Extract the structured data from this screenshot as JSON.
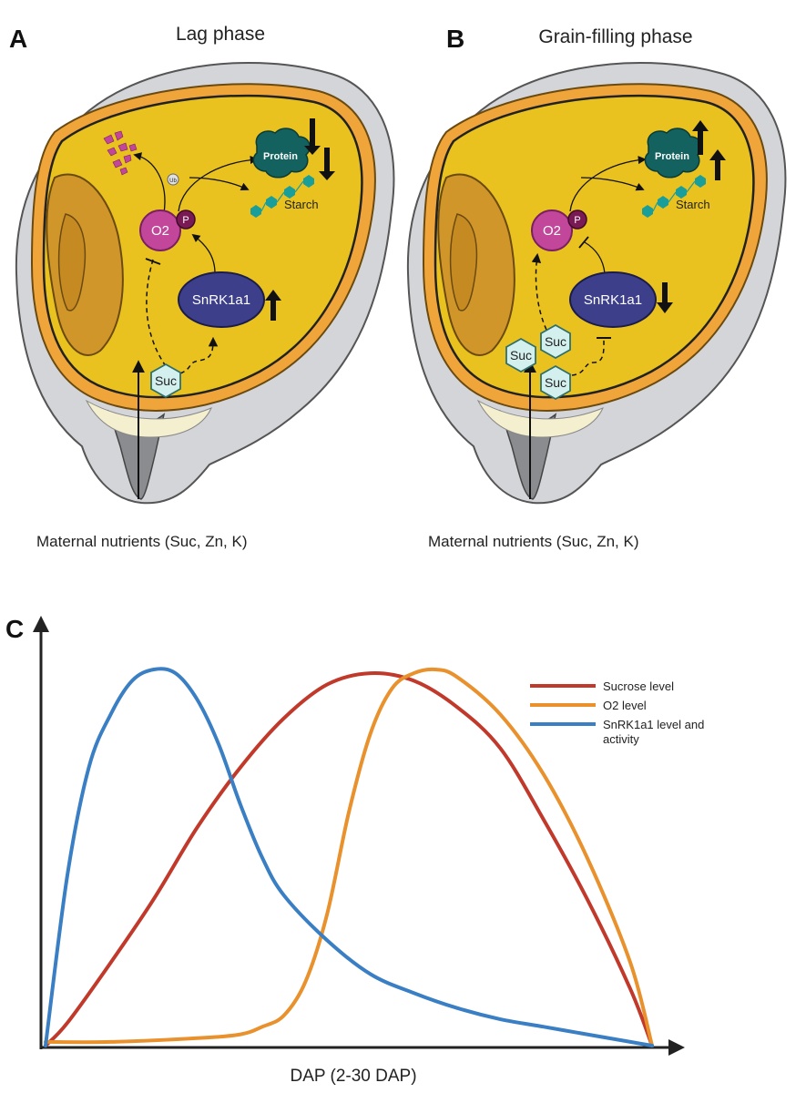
{
  "panels": {
    "a": {
      "letter": "A",
      "title": "Lag phase",
      "o2": "O2",
      "p": "P",
      "ub": "Ub",
      "protein": "Protein",
      "starch": "Starch",
      "snrk": "SnRK1a1",
      "suc": "Suc",
      "maternal": "Maternal nutrients (Suc, Zn, K)"
    },
    "b": {
      "letter": "B",
      "title": "Grain-filling phase",
      "o2": "O2",
      "p": "P",
      "protein": "Protein",
      "starch": "Starch",
      "snrk": "SnRK1a1",
      "suc": "Suc",
      "maternal": "Maternal nutrients (Suc, Zn, K)"
    },
    "c": {
      "letter": "C",
      "xlabel": "DAP (2-30 DAP)"
    }
  },
  "colors": {
    "sucrose": "#c0392b",
    "o2": "#e8912d",
    "snrk": "#3a7fc4",
    "endosperm": "#e9c21f",
    "aleurone": "#f0a53a",
    "pericarp": "#d3d5d8",
    "o2_node": "#c2479a",
    "snrk_node": "#3d3f8a",
    "suc_node": "#d4f0ee",
    "protein": "#13625f",
    "starch": "#1a9e9a"
  },
  "chart_data": {
    "type": "line",
    "xlabel": "DAP (2-30 DAP)",
    "ylabel": "",
    "xlim": [
      2,
      30
    ],
    "ylim": [
      0,
      1
    ],
    "grid": false,
    "legend": "top-right",
    "series": [
      {
        "name": "Sucrose level",
        "color": "#c0392b",
        "x": [
          2,
          3,
          5,
          7,
          9,
          11,
          13,
          15,
          17,
          19,
          21,
          23,
          25,
          27,
          29,
          30
        ],
        "y": [
          0.0,
          0.06,
          0.22,
          0.39,
          0.58,
          0.74,
          0.87,
          0.96,
          0.99,
          0.97,
          0.9,
          0.79,
          0.6,
          0.39,
          0.15,
          0.0
        ]
      },
      {
        "name": "O2 level",
        "color": "#e8912d",
        "x": [
          2,
          5,
          9,
          11,
          12,
          13,
          14,
          15,
          16,
          17,
          18,
          19,
          20,
          21,
          23,
          25,
          27,
          29,
          30
        ],
        "y": [
          0.01,
          0.01,
          0.02,
          0.03,
          0.05,
          0.08,
          0.17,
          0.35,
          0.62,
          0.83,
          0.95,
          0.99,
          1.0,
          0.98,
          0.88,
          0.72,
          0.5,
          0.22,
          0.0
        ]
      },
      {
        "name": "SnRK1a1 level and activity",
        "color": "#3a7fc4",
        "x": [
          2,
          3,
          4,
          5,
          6,
          7,
          8,
          9,
          10,
          11,
          12,
          13,
          15,
          17,
          19,
          21,
          23,
          25,
          27,
          29,
          30
        ],
        "y": [
          0.0,
          0.45,
          0.74,
          0.88,
          0.97,
          1.0,
          0.99,
          0.92,
          0.8,
          0.64,
          0.5,
          0.4,
          0.28,
          0.19,
          0.14,
          0.1,
          0.07,
          0.05,
          0.03,
          0.01,
          0.0
        ]
      }
    ]
  }
}
